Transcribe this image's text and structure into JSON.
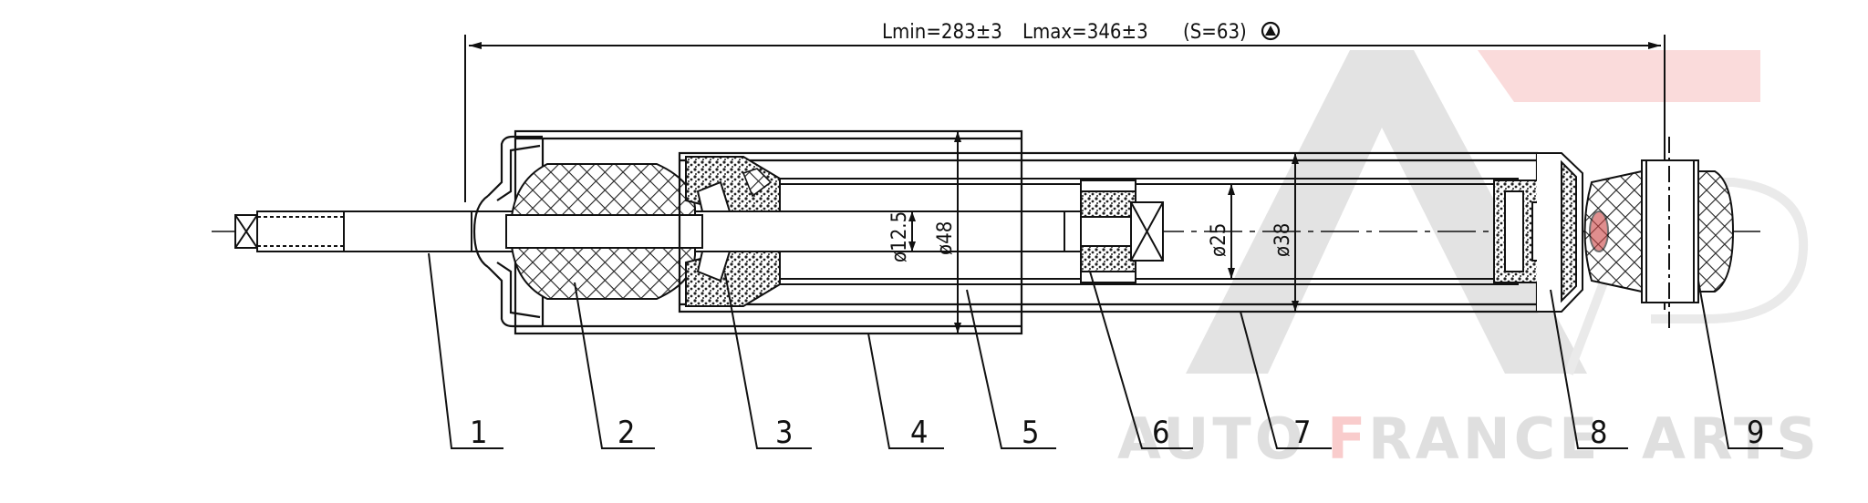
{
  "dimensions": {
    "lmin": "Lmin=283±3",
    "lmax": "Lmax=346±3",
    "stroke": "(S=63)",
    "symbol_name": "circle-triangle-icon"
  },
  "diameters": {
    "rod": "ø12.5",
    "outer_dust_cover": "ø48",
    "inner_tube": "ø25",
    "body_tube": "ø38"
  },
  "callouts": [
    "1",
    "2",
    "3",
    "4",
    "5",
    "6",
    "7",
    "8",
    "9"
  ],
  "watermark": {
    "part1": "AUTO ",
    "part2": "F",
    "part3": "RANCE",
    "part4": "ARTS",
    "red": "#e8484a",
    "grey": "#8c8c8c"
  },
  "colors": {
    "line": "#111111",
    "hatch": "#222222"
  }
}
